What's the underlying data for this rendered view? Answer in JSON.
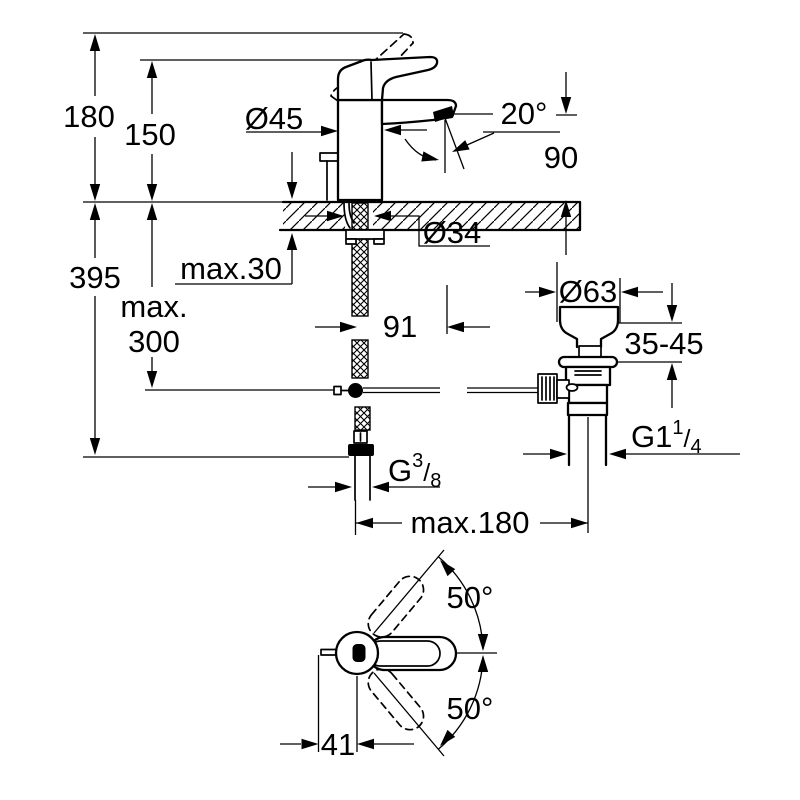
{
  "page": {
    "background": "#ffffff",
    "line_color": "#000000",
    "description": "faucet-technical-dimension-drawing"
  },
  "side_view": {
    "labels": {
      "height_total": "180",
      "height_to_spout": "150",
      "depth_total": "395",
      "hose_depth_line1": "max.",
      "hose_depth_line2": "300",
      "deck_thickness": "max.30",
      "body_diameter": "Ø45",
      "spout_angle": "20°",
      "spout_height": "90",
      "hole_diameter": "Ø34",
      "spout_projection": "91",
      "waste_flange_diameter": "Ø63",
      "basin_thickness_range": "35-45",
      "reach": "max.180",
      "waste_thread": {
        "base": "G1",
        "sup": "1",
        "slash": "/",
        "sub": "4"
      },
      "supply_thread": {
        "base": "G",
        "sup": "3",
        "slash": "/",
        "sub": "8"
      }
    }
  },
  "top_view": {
    "labels": {
      "swivel_angle_up": "50°",
      "swivel_angle_down": "50°",
      "handle_offset": "41"
    }
  }
}
